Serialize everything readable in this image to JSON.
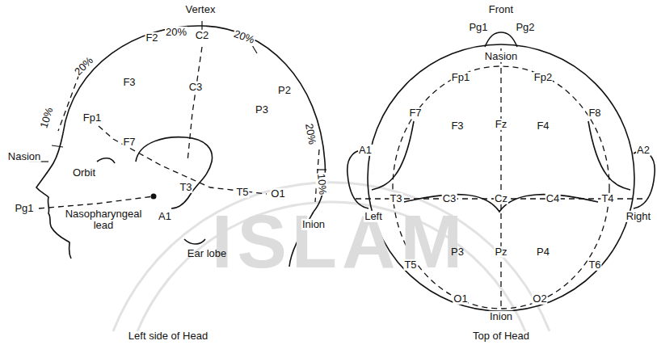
{
  "diagram": {
    "labels": [
      "Vertex",
      "F2",
      "20%",
      "C2",
      "20%",
      "20%",
      "10%",
      "F3",
      "C3",
      "P2",
      "20%",
      "P3",
      "10%",
      "Fp1",
      "F7",
      "T3",
      "T5",
      "O1",
      "Nasion",
      "Orbit",
      "Pg1",
      "Nasopharyngeal lead",
      "A1",
      "Inion",
      "Ear lobe",
      "Left side of Head",
      "Front",
      "Pg1",
      "Pg2",
      "Nasion",
      "Fp1",
      "Fp2",
      "F7",
      "F3",
      "Fz",
      "F4",
      "F8",
      "A1",
      "T3",
      "C3",
      "Cz",
      "C4",
      "T4",
      "A2",
      "Left",
      "Right",
      "P3",
      "Pz",
      "P4",
      "T5",
      "T6",
      "O1",
      "O2",
      "Inion",
      "Top of Head",
      "ISLAM"
    ]
  }
}
